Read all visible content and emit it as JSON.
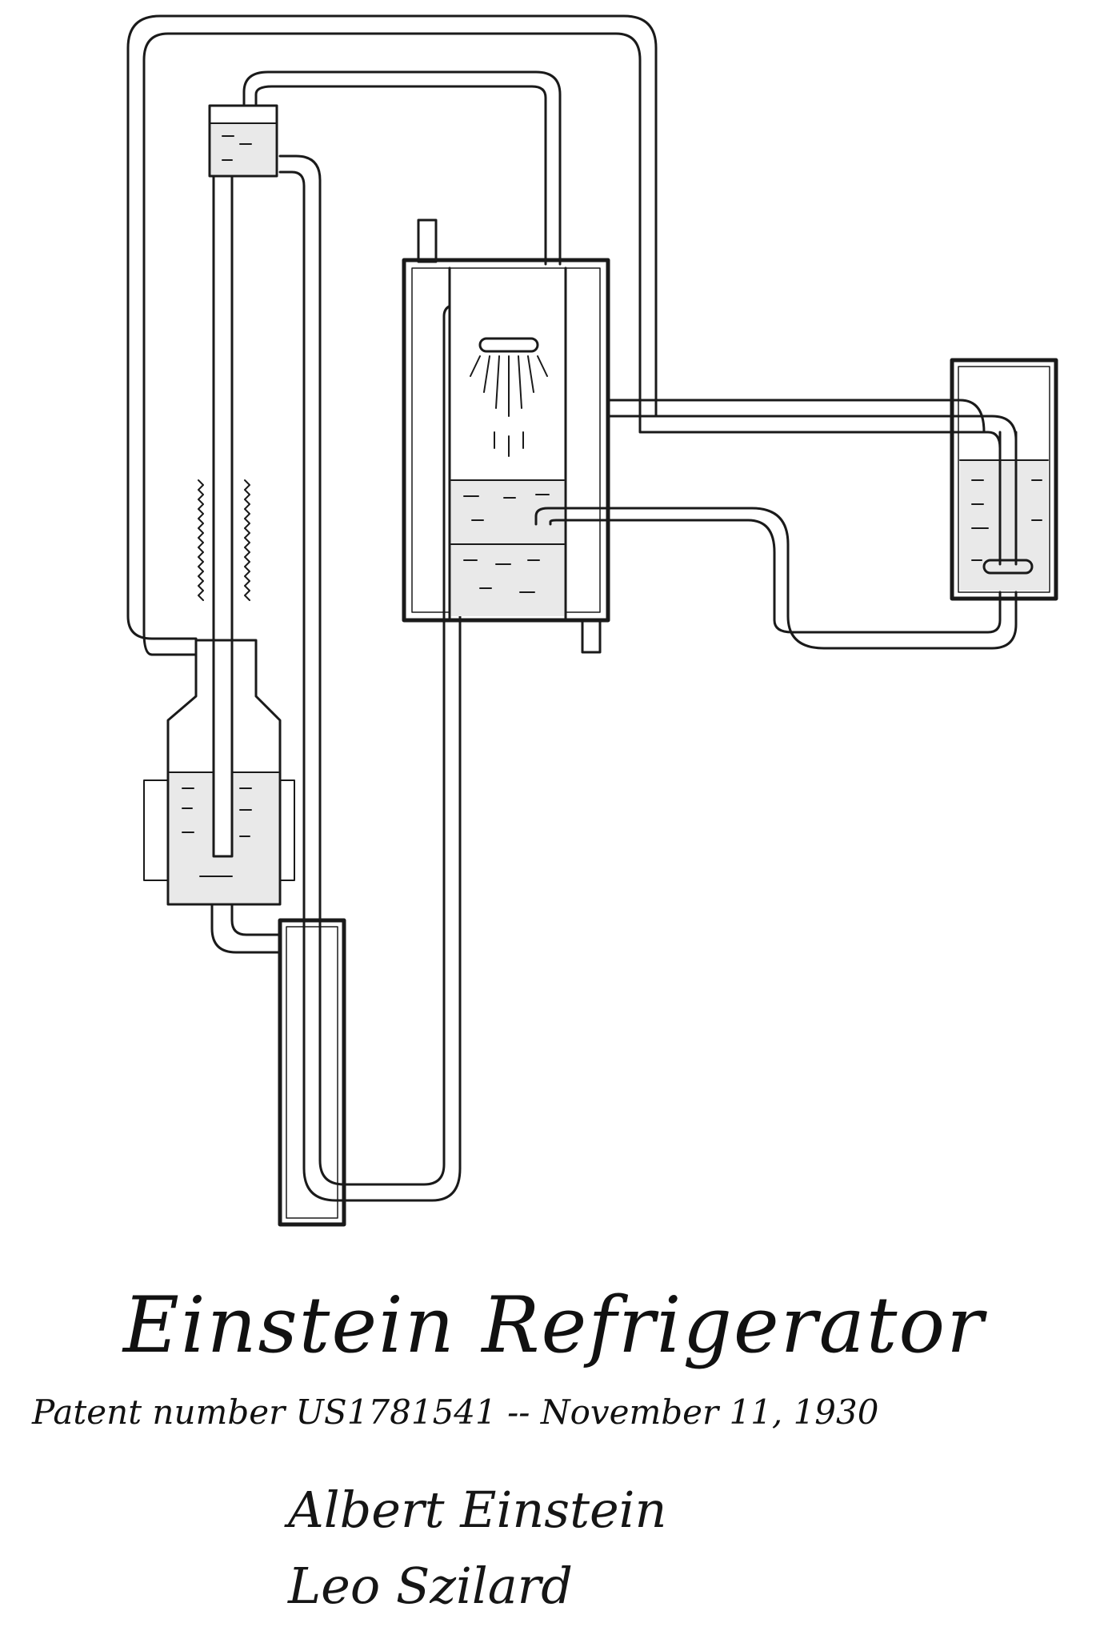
{
  "title": "Einstein Refrigerator",
  "subtitle": "Patent number US1781541 -- November 11, 1930",
  "signatures": [
    "Albert Einstein",
    "Leo Szilard"
  ],
  "colors": {
    "ink": "#1a1a1a",
    "paper": "#ffffff",
    "liquid": "#e9e9e9"
  }
}
